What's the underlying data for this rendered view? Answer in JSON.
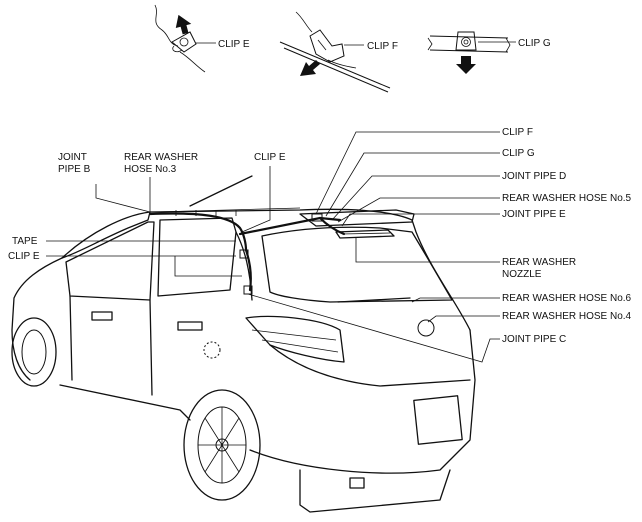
{
  "insets": {
    "clip_e": "CLIP E",
    "clip_f": "CLIP F",
    "clip_g": "CLIP G"
  },
  "labels": {
    "joint_pipe_b": [
      "JOINT",
      "PIPE B"
    ],
    "rear_washer_hose_3": [
      "REAR WASHER",
      "HOSE No.3"
    ],
    "clip_e_top": "CLIP E",
    "tape": "TAPE",
    "clip_e_left": "CLIP E",
    "clip_f": "CLIP F",
    "clip_g": "CLIP G",
    "joint_pipe_d": "JOINT PIPE D",
    "rear_washer_hose_5": "REAR WASHER HOSE No.5",
    "joint_pipe_e": "JOINT PIPE E",
    "rear_washer_nozzle": [
      "REAR WASHER",
      "NOZZLE"
    ],
    "rear_washer_hose_6": "REAR WASHER HOSE No.6",
    "rear_washer_hose_4": "REAR WASHER HOSE No.4",
    "joint_pipe_c": "JOINT PIPE C"
  }
}
